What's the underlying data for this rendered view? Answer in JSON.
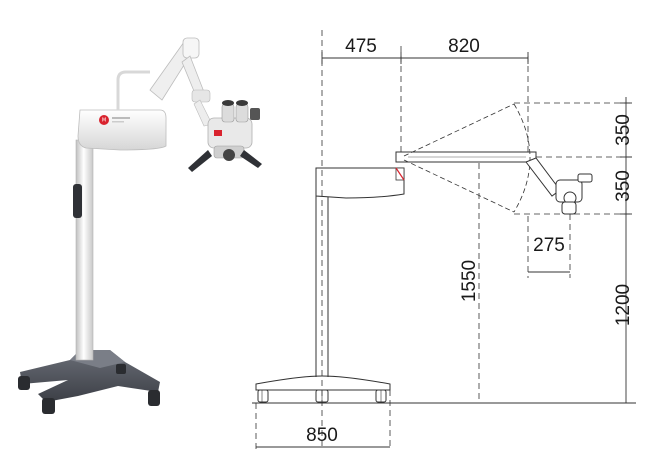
{
  "product": {
    "logo_text": "M",
    "brand_color": "#d9232e",
    "body_color": "#f2f2f2",
    "base_color": "#4a4d55"
  },
  "dimensions": {
    "dim_475": "475",
    "dim_820": "820",
    "dim_350_upper": "350",
    "dim_350_lower": "350",
    "dim_275": "275",
    "dim_1550": "1550",
    "dim_1200": "1200",
    "dim_850": "850"
  }
}
